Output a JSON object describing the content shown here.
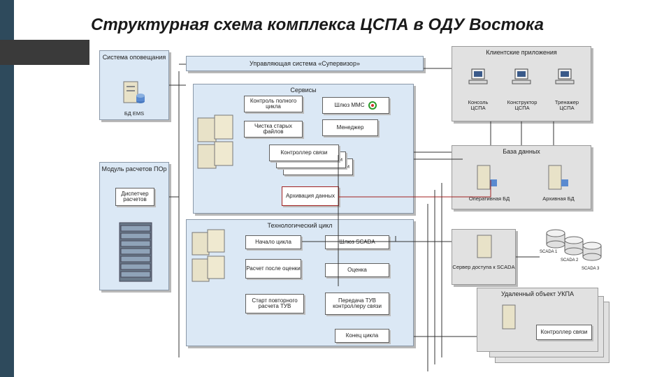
{
  "title": "Структурная схема комплекса ЦСПА в ОДУ Востока",
  "panels": {
    "notify": "Система оповещания",
    "supervisor": "Управляющая система «Супервизор»",
    "clients": "Клиентские приложения",
    "services": "Сервисы",
    "db": "База данных",
    "module": "Модуль расчетов ПОр",
    "tech": "Технологический цикл",
    "remote": "Удаленный объект УКПА"
  },
  "labels": {
    "bd_ems": "БД EMS",
    "console": "Консоль ЦСПА",
    "constructor": "Конструктор ЦСПА",
    "trainer": "Тренажер ЦСПА",
    "oper_db": "Оперативная БД",
    "archive_db": "Архивная БД",
    "scada_server": "Сервер доступа к SCADA",
    "scada1": "SCADA 1",
    "scada2": "SCADA 2",
    "scada3": "SCADA 3"
  },
  "boxes": {
    "control_cycle": "Контроль полного цикла",
    "mms_gateway": "Шлюз ММС",
    "cleanup": "Чистка старых файлов",
    "manager": "Менеджер",
    "link_ctrl": "Контроллер связи",
    "link_ctrl_b": "...зи",
    "link_ctrl_c": "...зи",
    "archive": "Архивация данных",
    "dispatcher": "Диспетчер расчетов",
    "cycle_start": "Начало цикла",
    "scada_gateway": "Шлюз SCADA",
    "calc_after": "Расчет после оценки",
    "estimate": "Оценка",
    "tuv_start": "Старт повторного расчета ТУВ",
    "tuv_transfer": "Передача ТУВ контроллеру связи",
    "cycle_end": "Конец цикла",
    "remote_ctrl": "Контроллер связи"
  },
  "colors": {
    "panel": "#dbe8f5",
    "gray_panel": "#e1e1e1",
    "accent_red": "#a02020"
  }
}
